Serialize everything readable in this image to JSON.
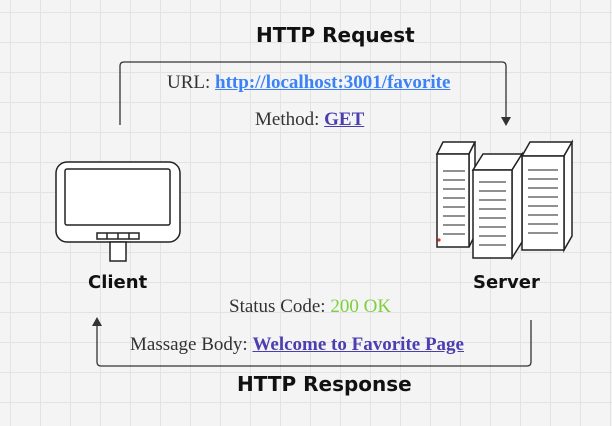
{
  "request": {
    "title": "HTTP Request",
    "url_label": "URL:",
    "url_value": "http://localhost:3001/favorite",
    "method_label": "Method:",
    "method_value": "GET"
  },
  "response": {
    "title": "HTTP Response",
    "status_label": "Status Code:",
    "status_value": "200 OK",
    "body_label": "Massage Body:",
    "body_value": "Welcome to Favorite Page"
  },
  "nodes": {
    "client": "Client",
    "server": "Server"
  },
  "colors": {
    "url": "#3b82f6",
    "method": "#4b3fb0",
    "status": "#7ccf3e",
    "body": "#4b3fb0"
  }
}
